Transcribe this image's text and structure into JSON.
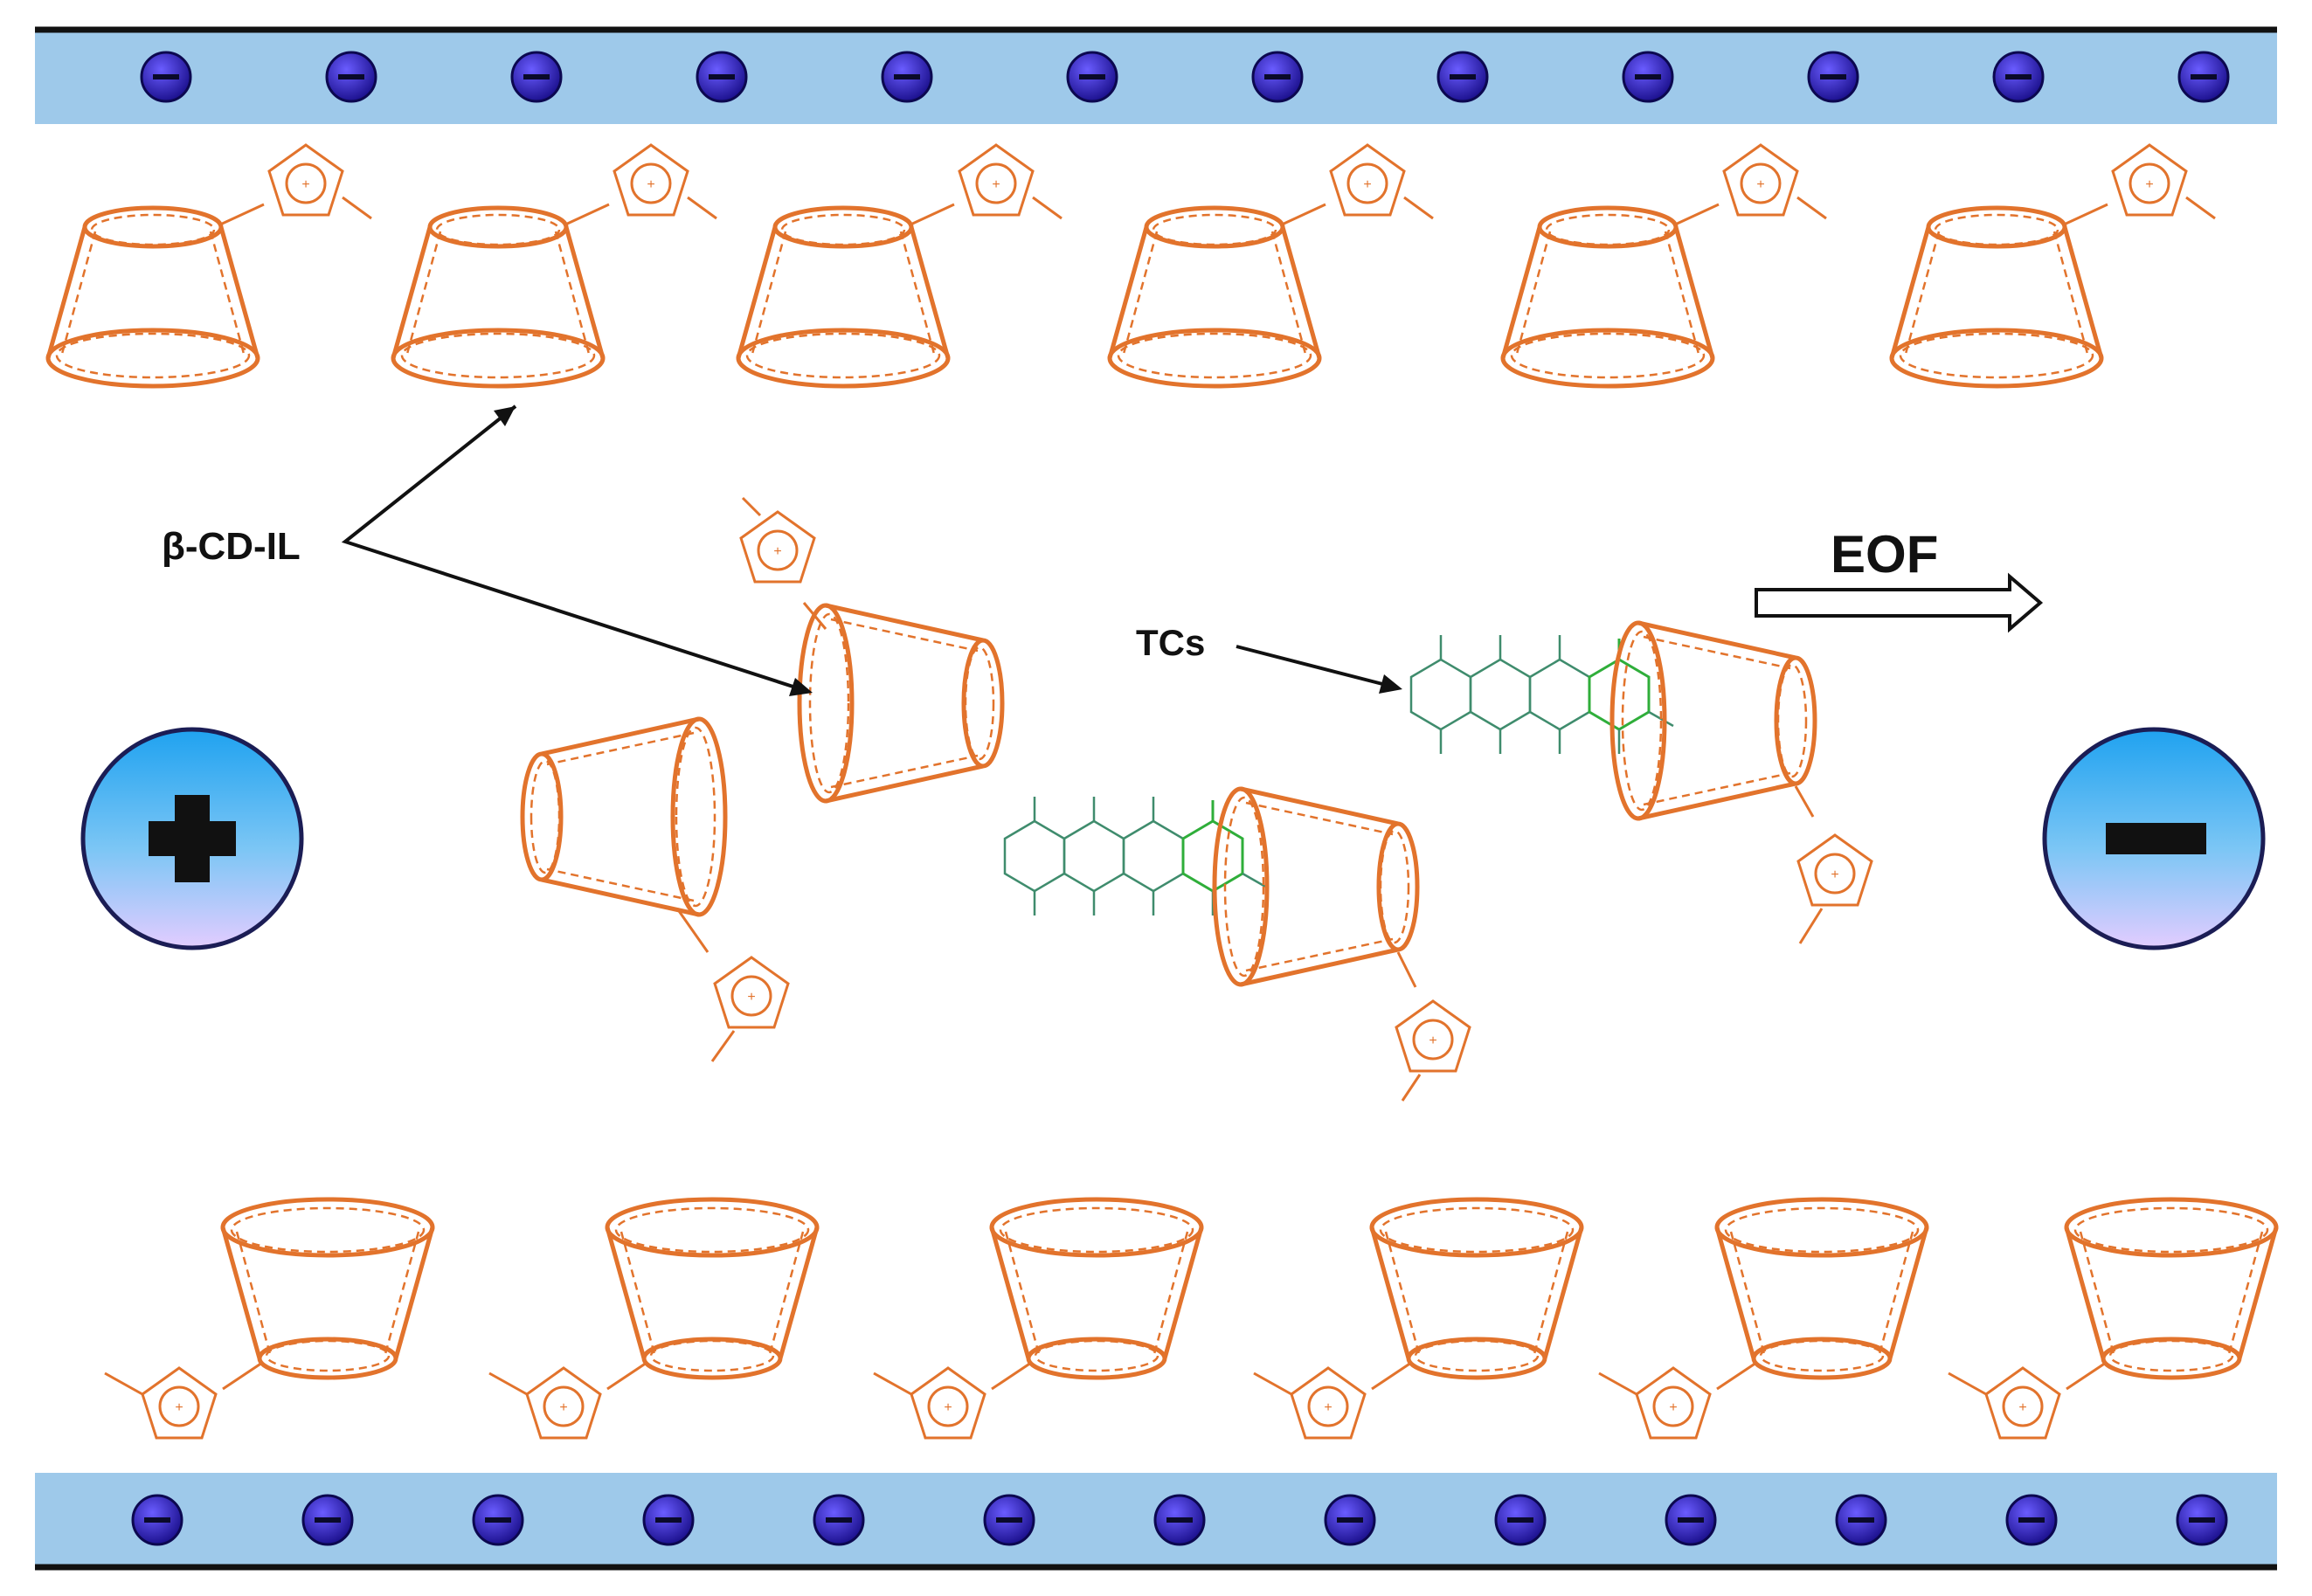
{
  "labels": {
    "beta_cd_il": "β-CD-IL",
    "tcs": "TCs",
    "eof": "EOF"
  },
  "electrodes": {
    "anode_symbol": "+",
    "cathode_symbol": "−"
  },
  "colors": {
    "capillary_wall": "#9ec9ea",
    "wall_charge": "#2a1fb0",
    "cyclodextrin": "#e2732c",
    "tetracycline": "#3f8c6d",
    "electrode_top": "#2aa8ef",
    "electrode_bottom": "#d8c8ff"
  },
  "icons": {
    "negative_charge": "minus-sign-circle-icon",
    "cation": "plus-sign-icon",
    "flow_arrow": "hollow-arrow-right-icon"
  }
}
